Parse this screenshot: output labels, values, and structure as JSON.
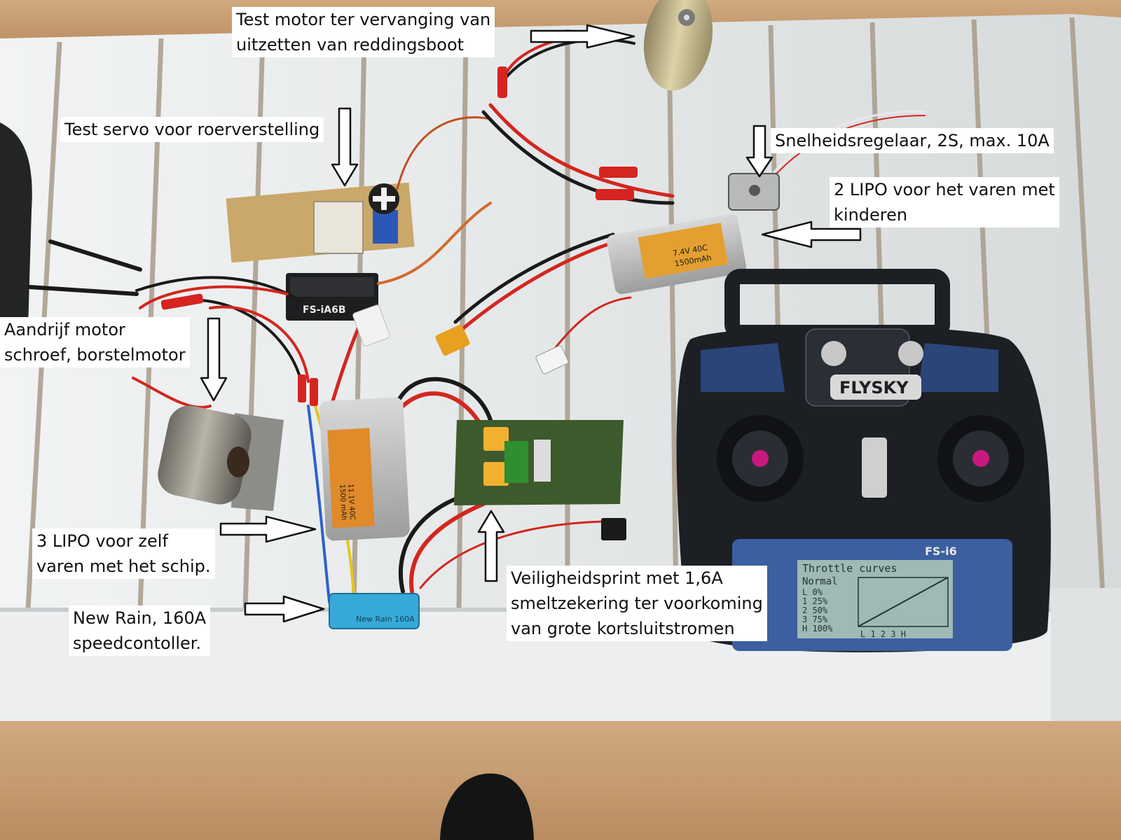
{
  "labels": {
    "test_motor": [
      "Test motor ter vervanging van",
      "uitzetten van reddingsboot"
    ],
    "test_servo": [
      "Test servo voor roerverstelling"
    ],
    "snelheidsregelaar": [
      "Snelheidsregelaar, 2S, max. 10A"
    ],
    "lipo_2": [
      "2 LIPO voor het varen met",
      "kinderen"
    ],
    "aandrijf_motor": [
      "Aandrijf motor",
      "schroef, borstelmotor"
    ],
    "lipo_3": [
      "3 LIPO voor zelf",
      "varen met het schip."
    ],
    "new_rain": [
      "New Rain, 160A",
      "speedcontoller."
    ],
    "veiligheidsprint": [
      "Veiligheidsprint met 1,6A",
      "smeltzekering ter voorkoming",
      "van grote kortsluitstromen"
    ]
  },
  "device_text": {
    "transmitter_brand": "FLYSKY",
    "transmitter_model": "FS-i6",
    "screen_title": "Throttle curves",
    "screen_mode": "Normal",
    "screen_rows": [
      "L  0%",
      "1  25%",
      "2  50%",
      "3  75%",
      "H  100%"
    ],
    "screen_axis": "L 1 2 3 H",
    "receiver_model": "FS-iA6B",
    "battery_small_spec": "7.4V 40C",
    "battery_small_capacity": "1500mAh",
    "battery_large_spec": "11.1V 40C",
    "battery_large_capacity": "1500 mAh",
    "esc_label": "New Rain 160A"
  },
  "colors": {
    "table": "#e6e9ea",
    "slat_gap": "#a89a88",
    "floor": "#c79e73",
    "transmitter": "#1c1f24",
    "screen": "#9fb9b6",
    "esc": "#37a9d8",
    "wire_red": "#d3261f",
    "wire_black": "#1a1a1a"
  }
}
